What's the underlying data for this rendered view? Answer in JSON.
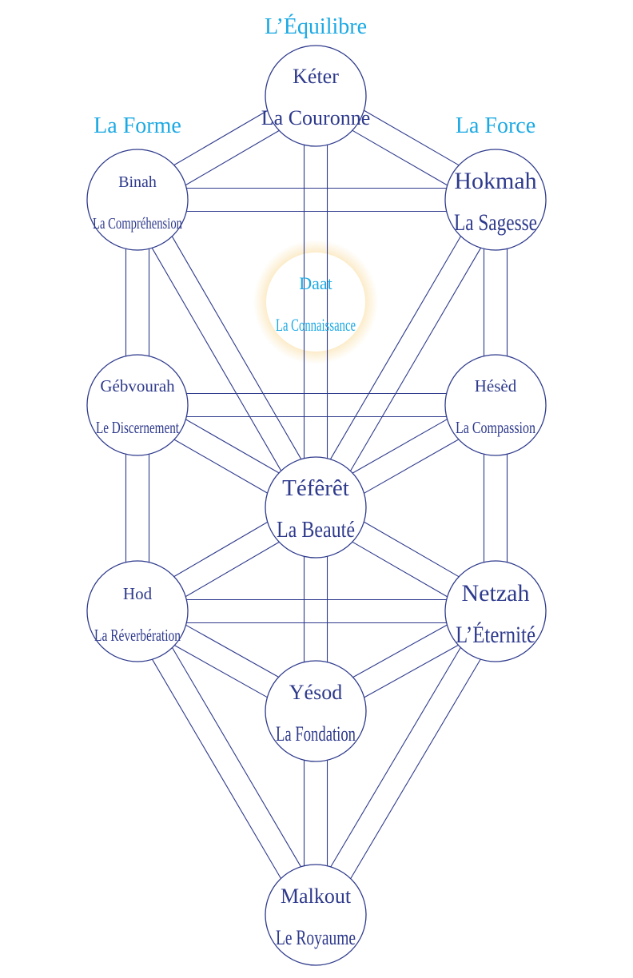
{
  "pillars": {
    "center": "L’Équilibre",
    "left": "La Forme",
    "right": "La Force"
  },
  "sefirot": {
    "keter": {
      "name": "Kéter",
      "meaning": "La Couronne"
    },
    "binah": {
      "name": "Binah",
      "meaning": "La Compréhension"
    },
    "hokmah": {
      "name": "Hokmah",
      "meaning": "La Sagesse"
    },
    "daat": {
      "name": "Daat",
      "meaning": "La Connaissance"
    },
    "gevurah": {
      "name": "Gébvourah",
      "meaning": "Le Discernement"
    },
    "hesed": {
      "name": "Hésèd",
      "meaning": "La Compassion"
    },
    "tiferet": {
      "name": "Téfêrêt",
      "meaning": "La Beauté"
    },
    "hod": {
      "name": "Hod",
      "meaning": "La Réverbération"
    },
    "netzah": {
      "name": "Netzah",
      "meaning": "L’Éternité"
    },
    "yesod": {
      "name": "Yésod",
      "meaning": "La Fondation"
    },
    "malkout": {
      "name": "Malkout",
      "meaning": "Le Royaume"
    }
  },
  "colors": {
    "line": "#2e3a8c",
    "accent": "#1ba9e3",
    "glow": "#f5c96a"
  }
}
